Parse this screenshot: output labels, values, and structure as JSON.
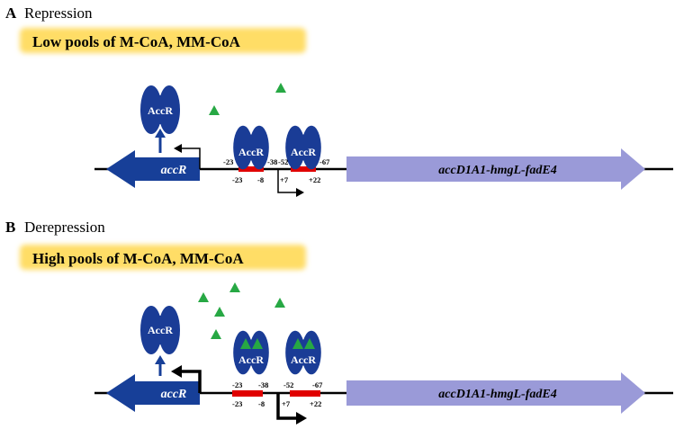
{
  "colors": {
    "protein": "#1a3c96",
    "accr_arrow": "#173f98",
    "gene_arrow": "#9a9ad8",
    "ligand": "#27a844",
    "operator": "#e00000",
    "highlight": "#ffe07a",
    "line": "#000000"
  },
  "panels": [
    {
      "letter": "A",
      "title": "Repression",
      "condition": "Low pools of M-CoA, MM-CoA",
      "free_protein_label": "AccR",
      "bound_protein_labels": [
        "AccR",
        "AccR"
      ],
      "gene_left": "accR",
      "gene_right": "accD1A1-hmgL-fadE4",
      "top_positions": [
        "-23",
        "-38",
        "-52",
        "-67"
      ],
      "bottom_positions": [
        "-23",
        "-8",
        "+7",
        "+22"
      ]
    },
    {
      "letter": "B",
      "title": "Derepression",
      "condition": "High pools of M-CoA, MM-CoA",
      "free_protein_label": "AccR",
      "bound_protein_labels": [
        "AccR",
        "AccR"
      ],
      "gene_left": "accR",
      "gene_right": "accD1A1-hmgL-fadE4",
      "top_positions": [
        "-23",
        "-38",
        "-52",
        "-67"
      ],
      "bottom_positions": [
        "-23",
        "-8",
        "+7",
        "+22"
      ]
    }
  ]
}
